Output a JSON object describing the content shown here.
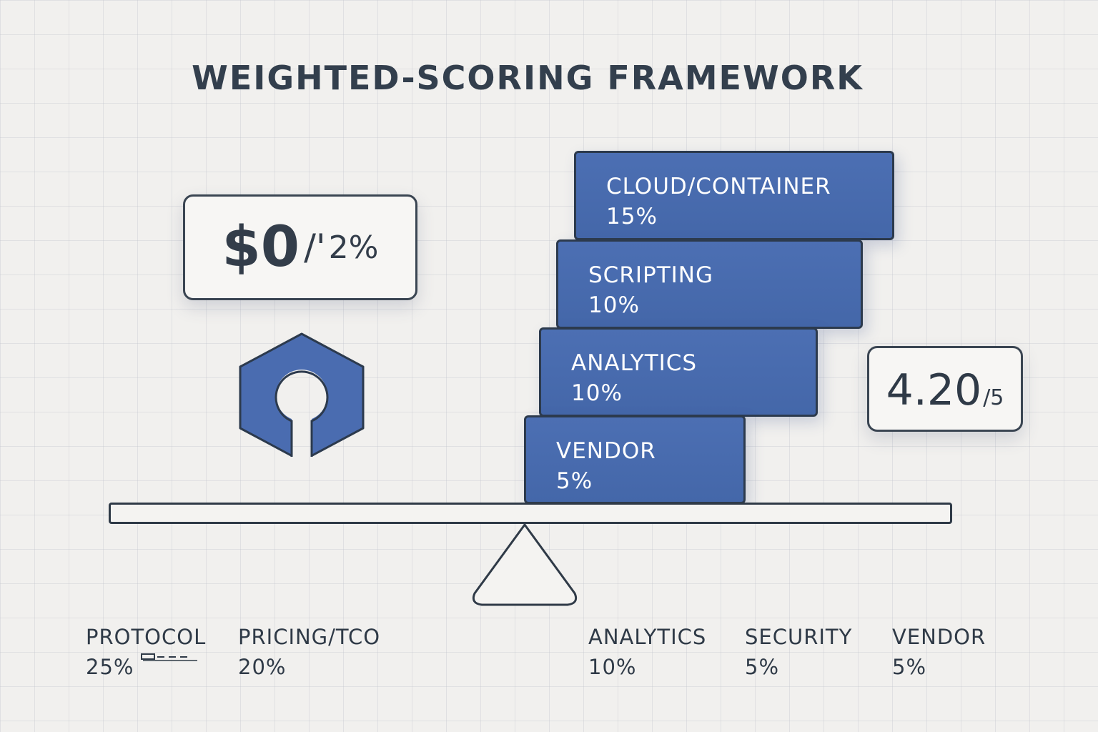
{
  "title": "WEIGHTED-SCORING FRAMEWORK",
  "price_badge": {
    "value": "$0",
    "separator": "/'",
    "percent": "2%"
  },
  "icon": "hexagon-ring-icon",
  "stack_blocks": [
    {
      "name": "CLOUD/CONTAINER",
      "weight": "15%"
    },
    {
      "name": "SCRIPTING",
      "weight": "10%"
    },
    {
      "name": "ANALYTICS",
      "weight": "10%"
    },
    {
      "name": "VENDOR",
      "weight": "5%"
    }
  ],
  "score_badge": {
    "score": "4.20",
    "denominator": "/5"
  },
  "criteria": [
    {
      "name": "PROTOCOL",
      "weight": "25%"
    },
    {
      "name": "PRICING/TCO",
      "weight": "20%"
    },
    {
      "name": "ANALYTICS",
      "weight": "10%"
    },
    {
      "name": "SECURITY",
      "weight": "5%"
    },
    {
      "name": "VENDOR",
      "weight": "5%"
    }
  ],
  "colors": {
    "block_fill": "#4869ad",
    "outline": "#2f3a47",
    "background": "#f1f0ee",
    "text_dark": "#333f4d"
  }
}
